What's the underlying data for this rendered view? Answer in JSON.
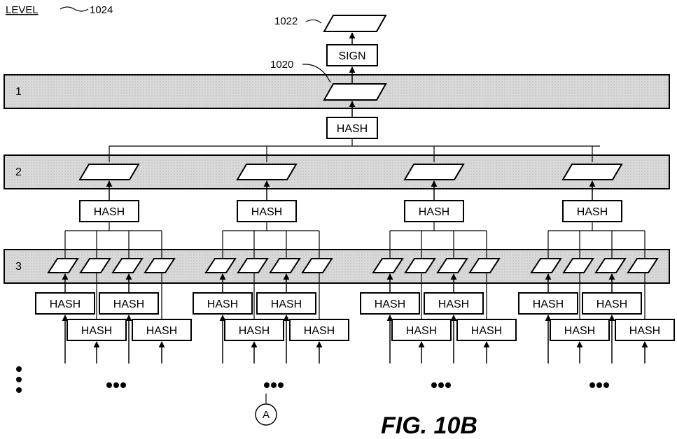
{
  "header": {
    "level_word": "LEVEL",
    "level_ref": "1024"
  },
  "refs": {
    "top_output": "1022",
    "level1_node": "1020"
  },
  "levels": [
    {
      "label": "1"
    },
    {
      "label": "2"
    },
    {
      "label": "3"
    }
  ],
  "labels": {
    "sign": "SIGN",
    "hash": "HASH",
    "ellipsis": "•••",
    "vertical_ellipsis": "⋮",
    "connector": "A"
  },
  "figure_caption": "FIG. 10B",
  "colors": {
    "band_fill": "#d9d9d9",
    "ink": "#000000",
    "background": "#ffffff"
  }
}
